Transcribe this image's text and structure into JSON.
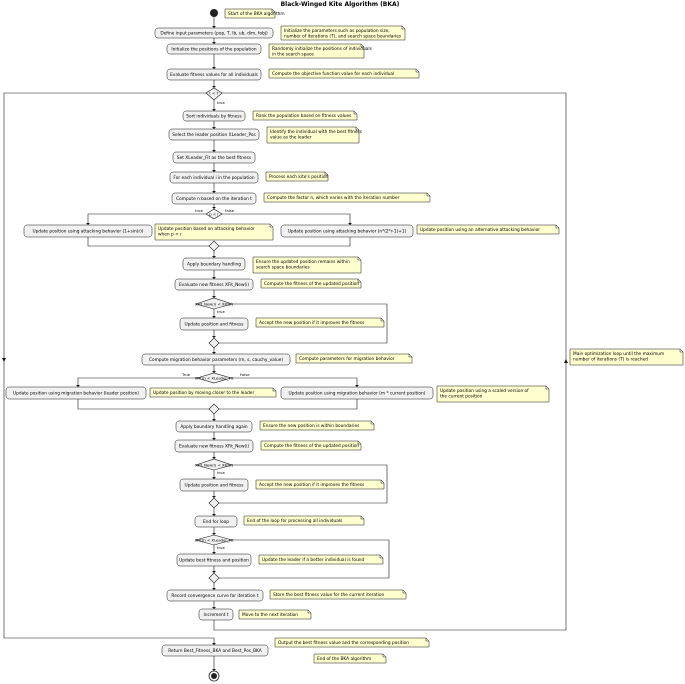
{
  "title": "Black-Winged Kite Algorithm (BKA)",
  "nodes": {
    "define_inputs": "Define input parameters (pop, T, lb, ub, dim, fobj)",
    "init_positions": "Initialize the positions of the population",
    "eval_initial": "Evaluate fitness values for all individuals",
    "sort": "Sort individuals by fitness",
    "select_leader": "Select the leader position XLeader_Pos",
    "set_leader_fit": "Set XLeader_Fit as the best fitness",
    "for_each": "For each individual i in the population",
    "compute_n": "Compute n based on the iteration t",
    "attack_a": "Update position using attacking behavior (1+sin(r))",
    "attack_b": "Update position using attacking behavior (n*(2*r-1)+1)",
    "boundary1": "Apply boundary handling",
    "eval_new1": "Evaluate new fitness XFit_New(i)",
    "update1": "Update position and fitness",
    "migration_params": "Compute migration behavior parameters (m, s, cauchy_value)",
    "migr_a": "Update position using migration behavior (leader position)",
    "migr_b": "Update position using migration behavior (m * current position)",
    "boundary2": "Apply boundary handling again",
    "eval_new2": "Evaluate new fitness XFit_New(i)",
    "update2": "Update position and fitness",
    "end_for": "End for loop",
    "update_best": "Update best fitness and position",
    "record": "Record convergence curve for iteration t",
    "increment": "Increment t",
    "return": "Return Best_Fitness_BKA and Best_Pos_BKA"
  },
  "decisions": {
    "loop": "t < T",
    "p_r": "p < r",
    "cmp1": "XFit_New(i) < XFit(i)",
    "cmp2": "XFit(i) < XLeader_Fit",
    "cmp3": "XFit_New(i) < XFit(i)",
    "best": "XFit(i) < XLeader_Fit"
  },
  "edge_labels": {
    "true": "true",
    "false": "false",
    "True": "True",
    "False": "False"
  },
  "notes": {
    "start": [
      "Start of the BKA algorithm"
    ],
    "define_inputs": [
      "Initialize the parameters such as population size,",
      "number of iterations (T), and search space boundaries"
    ],
    "init_positions": [
      "Randomly initialize the positions of individuals",
      "in the search space"
    ],
    "eval_initial": [
      "Compute the objective function value for each individual"
    ],
    "sort": [
      "Rank the population based on fitness values"
    ],
    "select_leader": [
      "Identify the individual with the best fitness",
      "value as the leader"
    ],
    "for_each": [
      "Process each kite's position"
    ],
    "compute_n": [
      "Compute the factor n, which varies with the iteration number"
    ],
    "attack_a": [
      "Update position based on attacking behavior",
      "when p < r"
    ],
    "attack_b": [
      "Update position using an alternative attacking behavior"
    ],
    "boundary1": [
      "Ensure the updated position remains within",
      "search space boundaries"
    ],
    "eval_new1": [
      "Compute the fitness of the updated position"
    ],
    "update1": [
      "Accept the new position if it improves the fitness"
    ],
    "migration_params": [
      "Compute parameters for migration behavior"
    ],
    "migr_a": [
      "Update position by moving closer to the leader"
    ],
    "migr_b": [
      "Update position using a scaled version of",
      "the current position"
    ],
    "boundary2": [
      "Ensure the new position is within boundaries"
    ],
    "eval_new2": [
      "Compute the fitness of the updated position"
    ],
    "update2": [
      "Accept the new position if it improves the fitness"
    ],
    "end_for": [
      "End of the loop for processing all individuals"
    ],
    "update_best": [
      "Update the leader if a better individual is found"
    ],
    "record": [
      "Store the best fitness value for the current iteration"
    ],
    "increment": [
      "Move to the next iteration"
    ],
    "return": [
      "Output the best fitness value and the corresponding position"
    ],
    "end": [
      "End of the BKA algorithm"
    ],
    "main_loop": [
      "Main optimization loop until the maximum",
      "number of iterations (T) is reached"
    ]
  }
}
